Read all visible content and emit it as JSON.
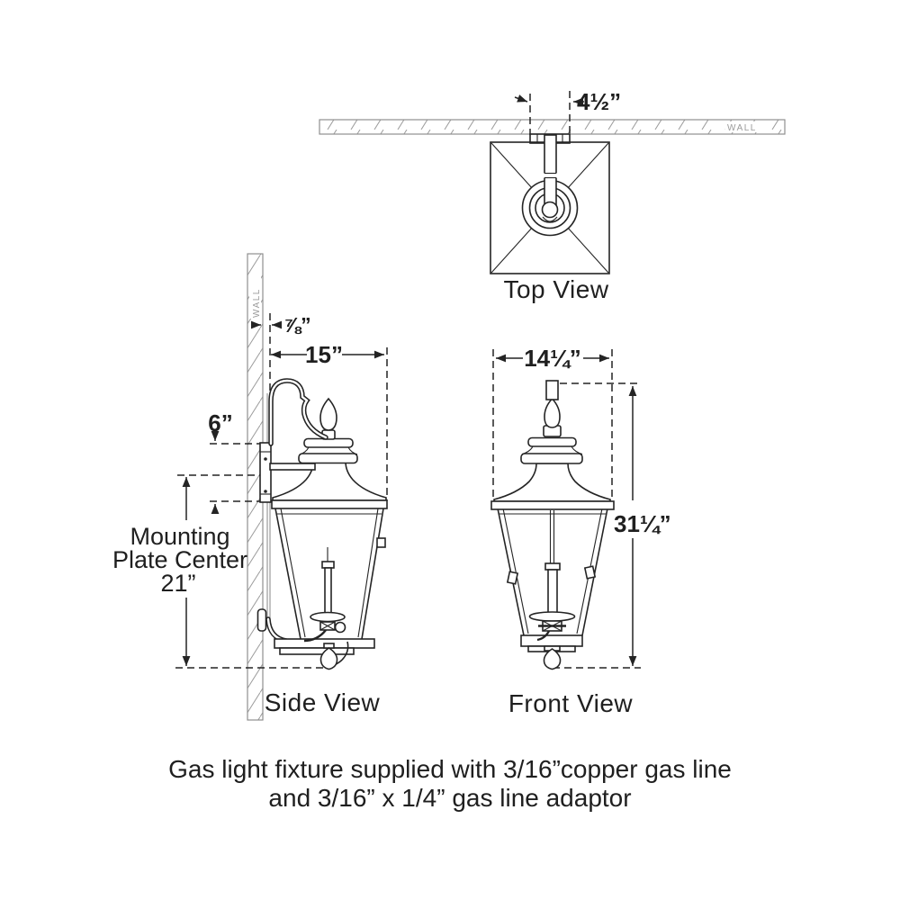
{
  "diagram": {
    "colors": {
      "line": "#242424",
      "wall": "#8f8f8f",
      "wall_text": "#9b9b9b"
    },
    "top_view": {
      "label": "Top View",
      "wall_label": "WALL",
      "dims": {
        "backplate_width": "4½”"
      }
    },
    "side_view": {
      "label": "Side View",
      "wall_label": "WALL",
      "dims": {
        "wall_offset": "⅞”",
        "projection": "15”",
        "backplate_height": "6”",
        "mounting_line1": "Mounting",
        "mounting_line2": "Plate Center",
        "mounting_line3": "21”"
      }
    },
    "front_view": {
      "label": "Front View",
      "dims": {
        "width": "14¼”",
        "height": "31¼”"
      }
    },
    "caption": {
      "line1": "Gas light fixture supplied with 3/16”copper gas line",
      "line2": "and 3/16” x 1/4” gas line adaptor"
    }
  }
}
